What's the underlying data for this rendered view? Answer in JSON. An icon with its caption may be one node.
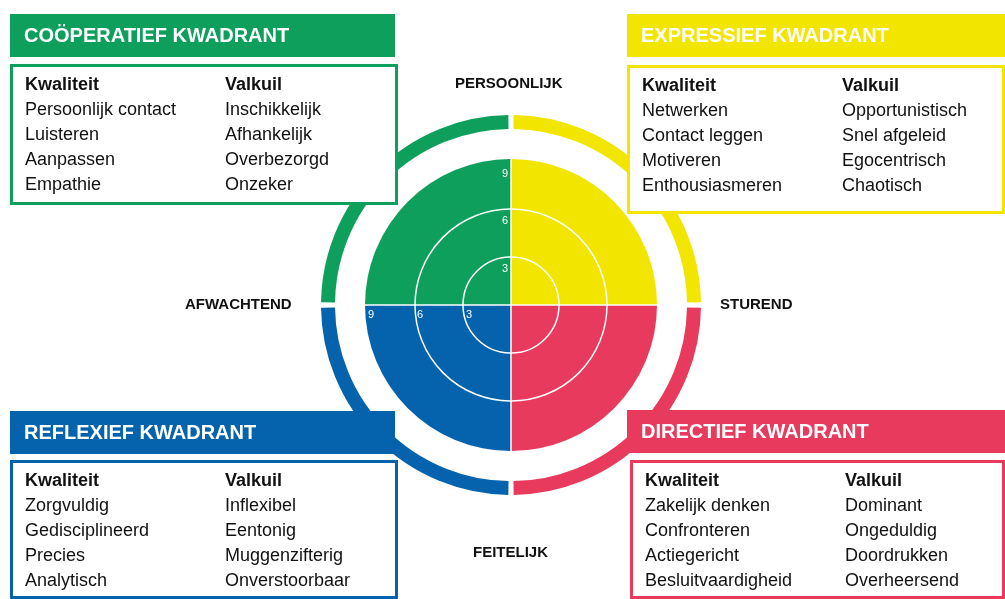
{
  "diagram": {
    "nodes": [
      {
        "text": [
          "COÖPERATIEF KWADRANT"
        ]
      },
      {
        "text": [
          "Kwaliteit",
          "Valkuil",
          "Persoonlijk contact",
          "Inschikkelijk",
          "Luisteren",
          "Afhankelijk",
          "Aanpassen",
          "Overbezorgd",
          "Empathie",
          "Onzeker"
        ]
      },
      {
        "text": [
          "EXPRESSIEF KWADRANT"
        ]
      },
      {
        "text": [
          "Kwaliteit",
          "Valkuil",
          "Netwerken",
          "Opportunistisch",
          "Contact leggen",
          "Snel afgeleid",
          "Motiveren",
          "Egocentrisch",
          "Enthousiasmeren",
          "Chaotisch"
        ]
      },
      {
        "text": [
          "REFLEXIEF KWADRANT"
        ]
      },
      {
        "text": [
          "Kwaliteit",
          "Valkuil",
          "Zorgvuldig",
          "Inflexibel",
          "Gedisciplineerd",
          "Eentonig",
          "Precies",
          "Muggenzifterig",
          "Analytisch",
          "Onverstoorbaar"
        ]
      },
      {
        "text": [
          "DIRECTIEF KWADRANT"
        ]
      },
      {
        "text": [
          "Kwaliteit",
          "Valkuil",
          "Zakelijk denken",
          "Dominant",
          "Confronteren",
          "Ongeduldig",
          "Actiegericht",
          "Doordrukken",
          "Besluitvaardigheid",
          "Overheersend"
        ]
      }
    ],
    "labels": [
      "PERSOONLIJK",
      "9",
      "6",
      "3",
      "AFWACHTEND",
      "STUREND",
      "9",
      "6",
      "3",
      "FEITELIJK"
    ]
  }
}
